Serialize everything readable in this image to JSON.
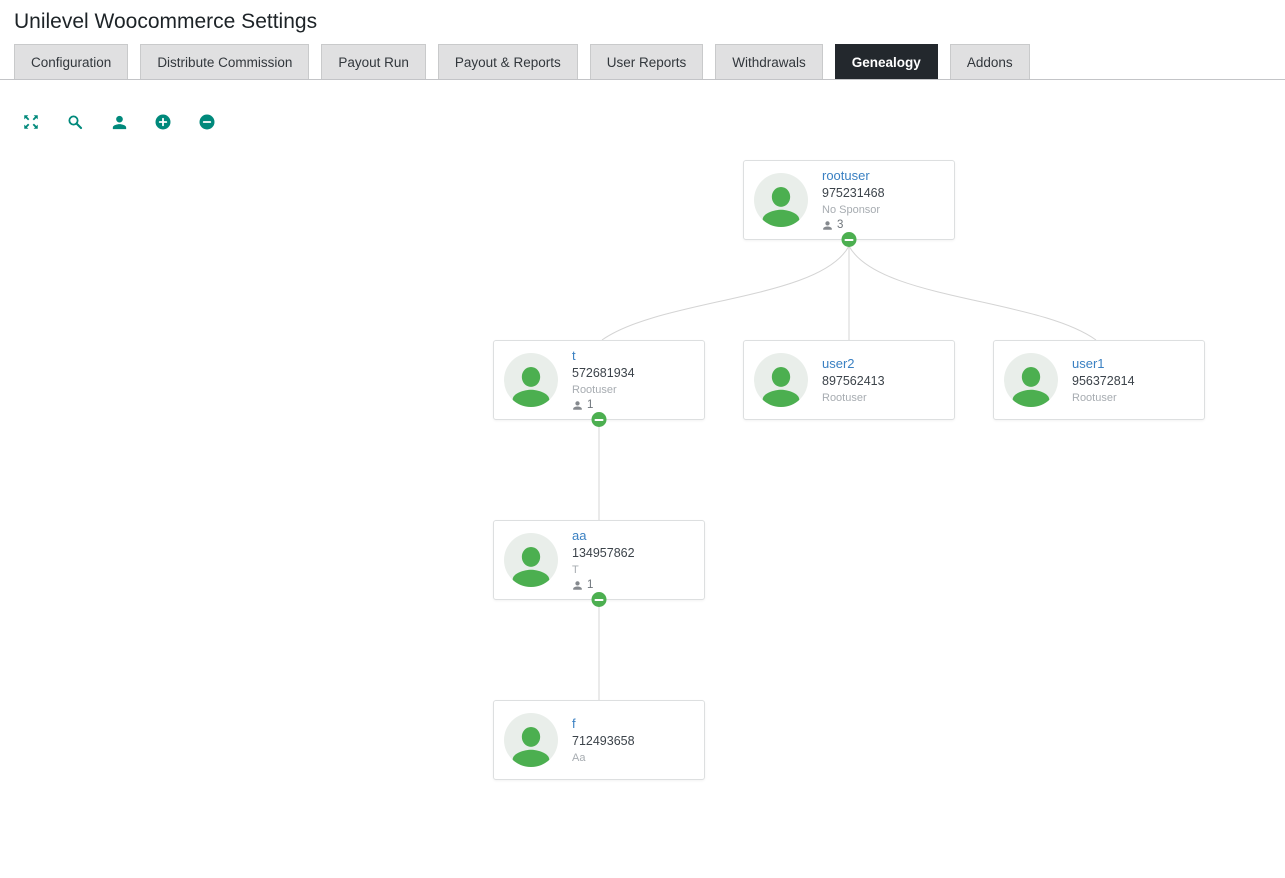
{
  "page": {
    "title": "Unilevel Woocommerce Settings"
  },
  "tabs": [
    {
      "label": "Configuration",
      "active": false
    },
    {
      "label": "Distribute Commission",
      "active": false
    },
    {
      "label": "Payout Run",
      "active": false
    },
    {
      "label": "Payout & Reports",
      "active": false
    },
    {
      "label": "User Reports",
      "active": false
    },
    {
      "label": "Withdrawals",
      "active": false
    },
    {
      "label": "Genealogy",
      "active": true
    },
    {
      "label": "Addons",
      "active": false
    }
  ],
  "toolbar": {
    "icons": [
      "expand-icon",
      "search-icon",
      "user-icon",
      "plus-circle-icon",
      "minus-circle-icon"
    ],
    "icon_color": "#00897b"
  },
  "colors": {
    "active_tab_bg": "#23282d",
    "tab_bg": "#e0e0e1",
    "link": "#3a80c2",
    "badge_green": "#4caf50",
    "avatar_green": "#4caf50",
    "connector_gray": "#d4d4d4"
  },
  "tree": {
    "nodes": [
      {
        "name": "rootuser",
        "user_id": "975231468",
        "sponsor": "No Sponsor",
        "downline_count": "3"
      },
      {
        "name": "t",
        "user_id": "572681934",
        "sponsor": "Rootuser",
        "downline_count": "1"
      },
      {
        "name": "user2",
        "user_id": "897562413",
        "sponsor": "Rootuser"
      },
      {
        "name": "user1",
        "user_id": "956372814",
        "sponsor": "Rootuser"
      },
      {
        "name": "aa",
        "user_id": "134957862",
        "sponsor": "T",
        "downline_count": "1"
      },
      {
        "name": "f",
        "user_id": "712493658",
        "sponsor": "Aa"
      }
    ]
  }
}
